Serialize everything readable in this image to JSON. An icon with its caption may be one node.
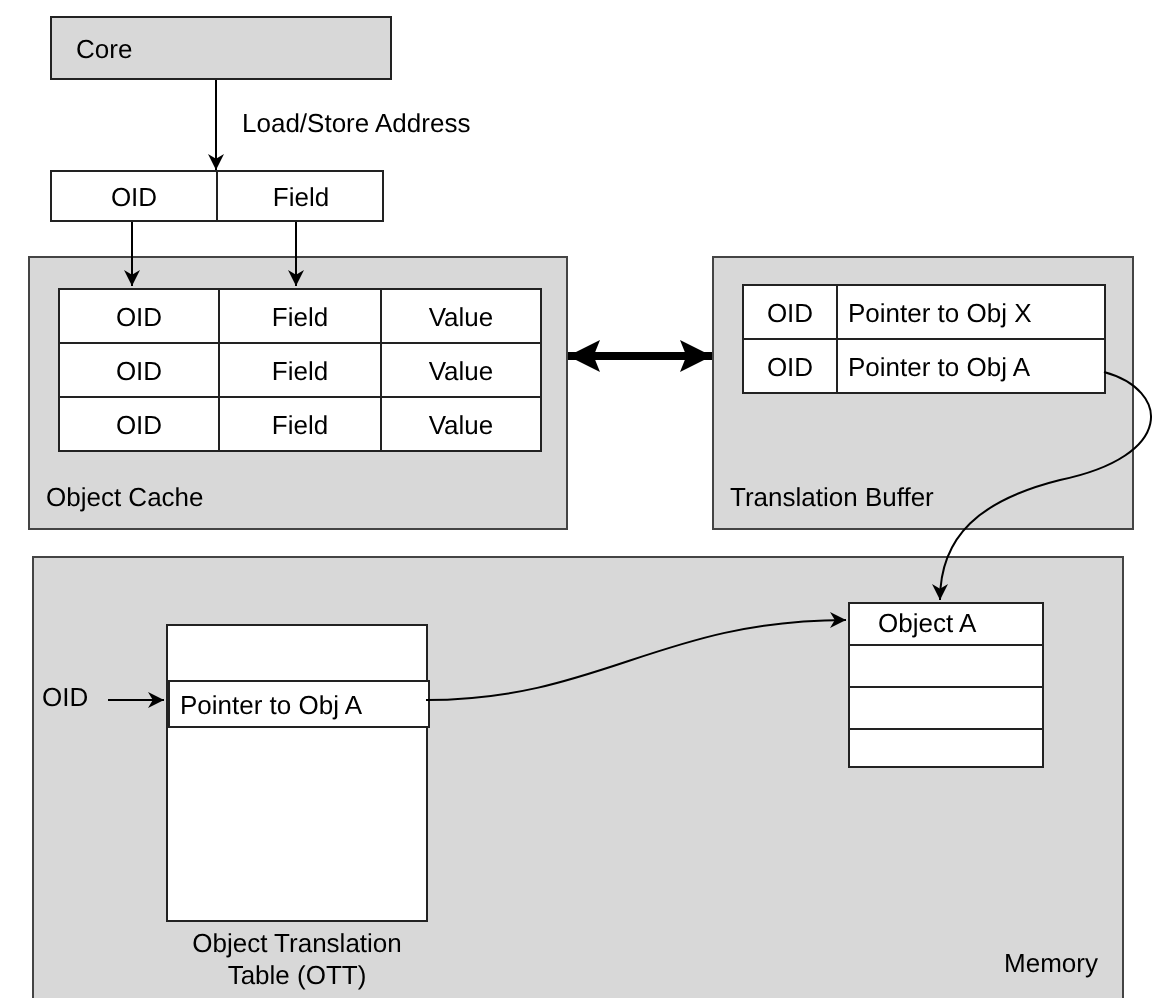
{
  "diagram": {
    "nodes": [
      {
        "text": [
          "Core"
        ]
      },
      {
        "text": [],
        "shape": "box"
      },
      {
        "text": [
          "OID"
        ],
        "in": 1
      },
      {
        "text": [
          "Field"
        ],
        "in": 1
      },
      {
        "text": [
          "Object Cache"
        ]
      },
      {
        "text": [
          "OID"
        ],
        "in": 4
      },
      {
        "text": [
          "Field"
        ],
        "in": 4
      },
      {
        "text": [
          "Value"
        ],
        "in": 4
      },
      {
        "text": [
          "OID"
        ],
        "in": 4
      },
      {
        "text": [
          "Field"
        ],
        "in": 4
      },
      {
        "text": [
          "Value"
        ],
        "in": 4
      },
      {
        "text": [
          "OID"
        ],
        "in": 4
      },
      {
        "text": [
          "Field"
        ],
        "in": 4
      },
      {
        "text": [
          "Value"
        ],
        "in": 4
      },
      {
        "text": [
          "Translation Buffer"
        ]
      },
      {
        "text": [
          "OID"
        ],
        "in": 14
      },
      {
        "text": [
          "Pointer to Obj X"
        ],
        "in": 14
      },
      {
        "text": [
          "OID"
        ],
        "in": 14
      },
      {
        "text": [
          "Pointer to Obj A"
        ],
        "in": 14
      },
      {
        "text": [
          "Memory"
        ]
      },
      {
        "text": [
          "OID"
        ],
        "in": 19
      },
      {
        "text": [
          "Object Translation Table (OTT)"
        ],
        "in": 19
      },
      {
        "text": [
          "Pointer to Obj A"
        ],
        "in": 21
      },
      {
        "text": [
          "Object A"
        ],
        "in": 19
      }
    ],
    "edges": [
      {
        "from": 0,
        "to": 1,
        "arrow": "to",
        "label": "Load/Store Address"
      },
      {
        "from": 2,
        "to": 5,
        "arrow": "to"
      },
      {
        "from": 3,
        "to": 6,
        "arrow": "to"
      },
      {
        "from": 4,
        "to": 14,
        "arrow": "both",
        "style": "thick"
      },
      {
        "from": 18,
        "to": 23,
        "arrow": "to"
      },
      {
        "from": 20,
        "to": 22,
        "arrow": "to"
      },
      {
        "from": 22,
        "to": 23,
        "arrow": "to"
      }
    ]
  }
}
